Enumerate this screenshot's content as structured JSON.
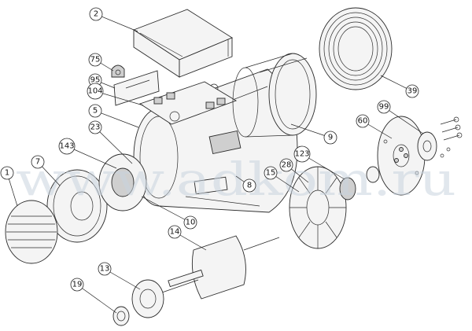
{
  "watermark": {
    "text": "www.adkom.ru"
  },
  "callouts": [
    {
      "id": "c-2",
      "label": "2"
    },
    {
      "id": "c-75",
      "label": "75"
    },
    {
      "id": "c-95",
      "label": "95"
    },
    {
      "id": "c-104",
      "label": "104"
    },
    {
      "id": "c-5",
      "label": "5"
    },
    {
      "id": "c-23",
      "label": "23"
    },
    {
      "id": "c-143",
      "label": "143"
    },
    {
      "id": "c-7",
      "label": "7"
    },
    {
      "id": "c-1",
      "label": "1"
    },
    {
      "id": "c-9",
      "label": "9"
    },
    {
      "id": "c-8",
      "label": "8"
    },
    {
      "id": "c-10",
      "label": "10"
    },
    {
      "id": "c-14",
      "label": "14"
    },
    {
      "id": "c-13",
      "label": "13"
    },
    {
      "id": "c-19",
      "label": "19"
    },
    {
      "id": "c-39",
      "label": "39"
    },
    {
      "id": "c-99",
      "label": "99"
    },
    {
      "id": "c-60",
      "label": "60"
    },
    {
      "id": "c-123",
      "label": "123"
    },
    {
      "id": "c-28",
      "label": "28"
    },
    {
      "id": "c-15",
      "label": "15"
    }
  ]
}
